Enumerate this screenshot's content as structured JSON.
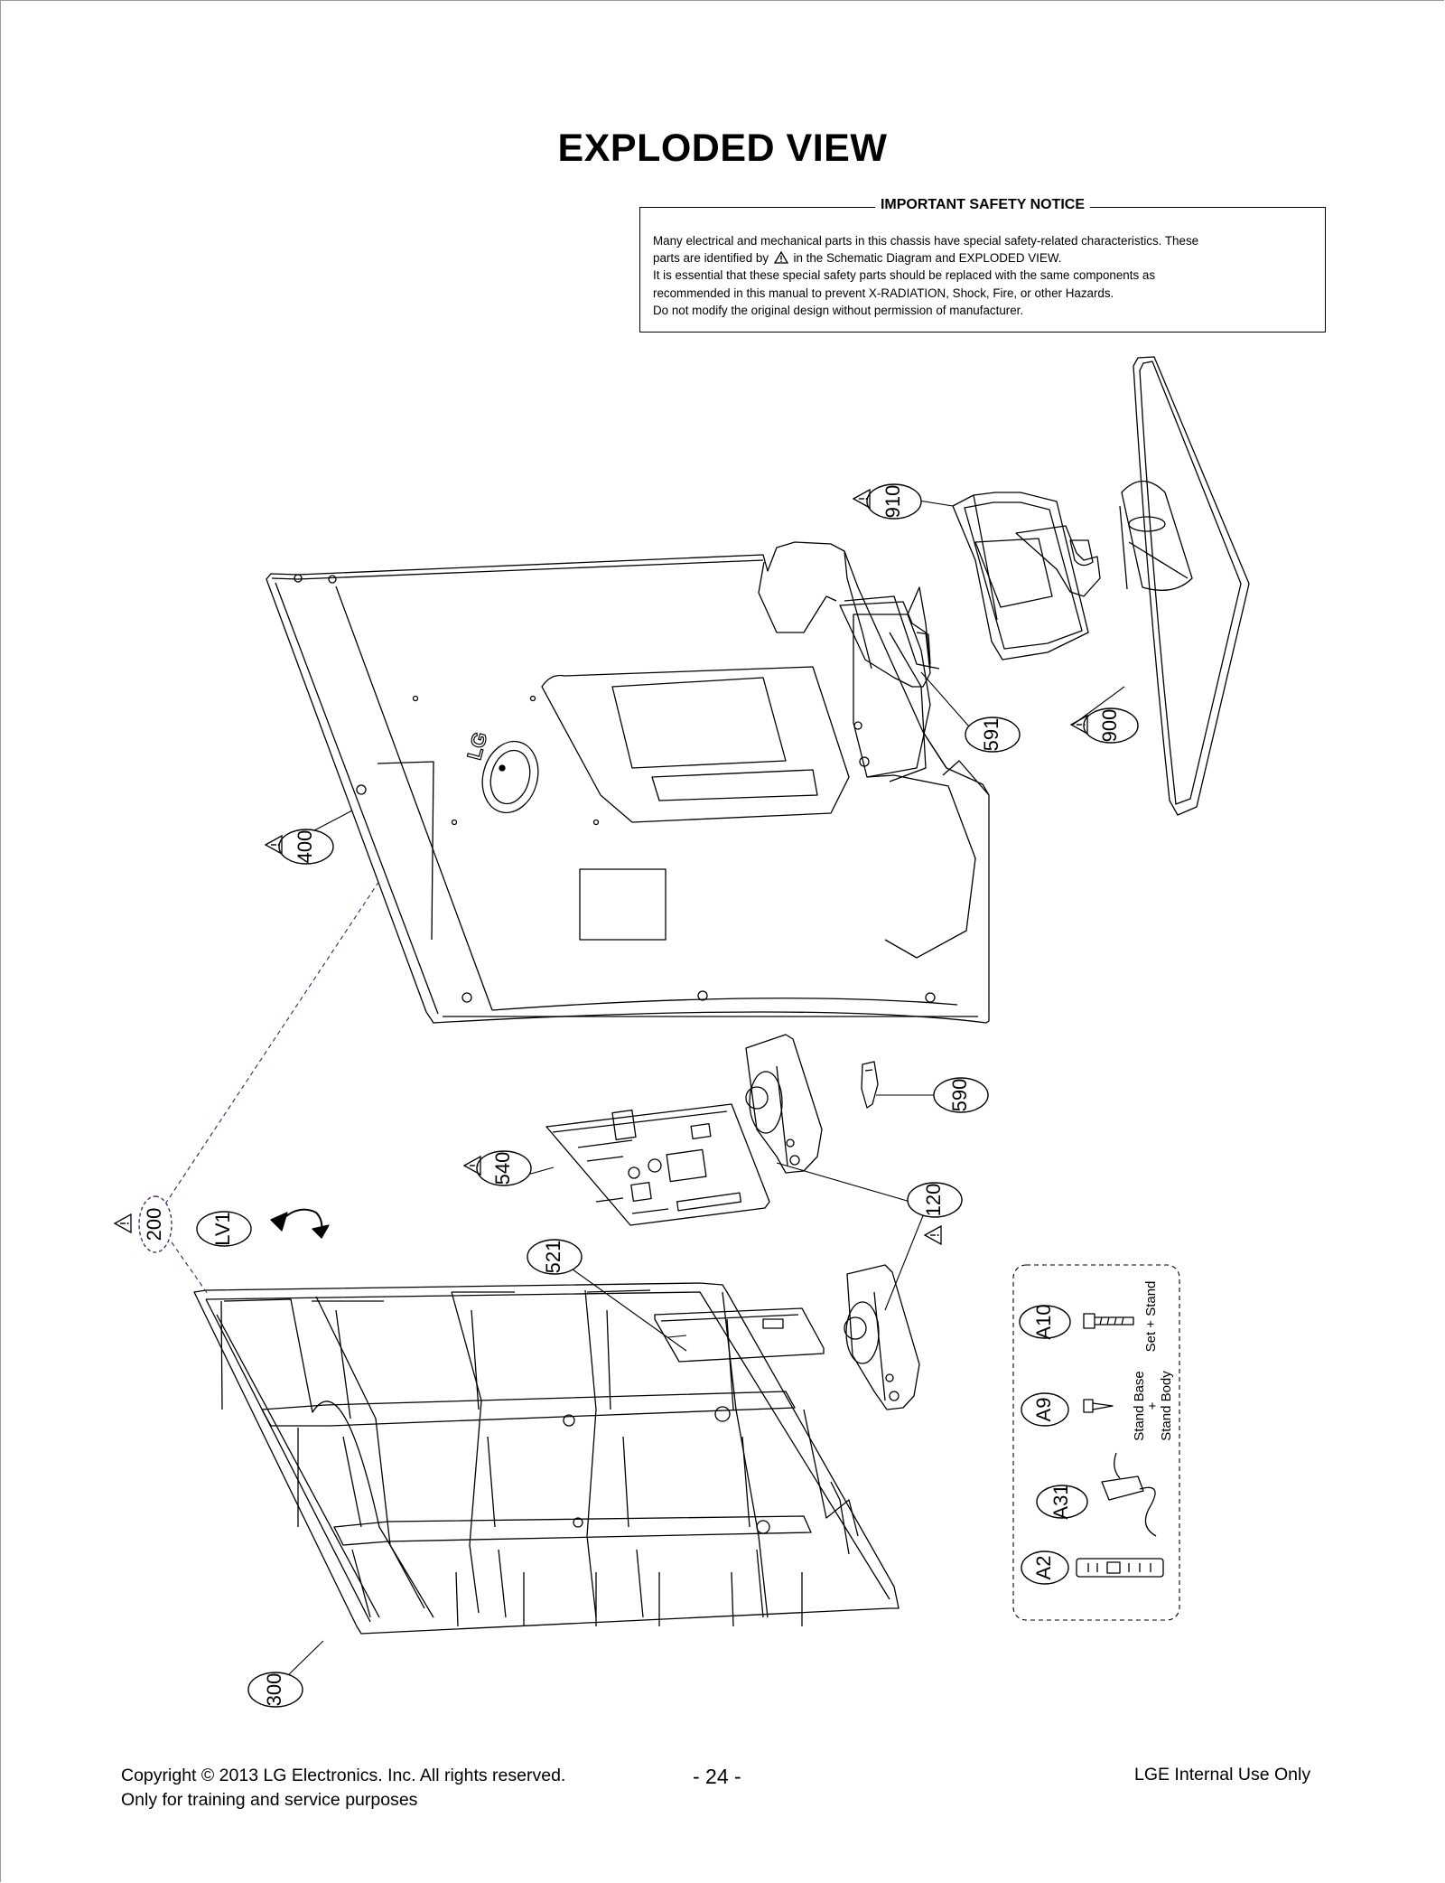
{
  "title": "EXPLODED VIEW",
  "notice": {
    "heading": "IMPORTANT SAFETY NOTICE",
    "line1": "Many electrical and mechanical parts in this chassis have special safety-related characteristics. These",
    "line2_before": "parts are identified by",
    "line2_after": "in the Schematic Diagram and EXPLODED VIEW.",
    "line3": "It is essential that these special safety parts should be replaced with the same components as",
    "line4": "recommended in this manual to prevent X-RADIATION, Shock, Fire, or other Hazards.",
    "line5": "Do not modify the original design without permission of manufacturer."
  },
  "callouts": {
    "c910": "910",
    "c591": "591",
    "c900": "900",
    "c400": "400",
    "c590": "590",
    "c540": "540",
    "c120": "120",
    "c200": "200",
    "cLV1": "LV1",
    "c521": "521",
    "c300": "300",
    "cA10": "A10",
    "cA9": "A9",
    "cA31": "A31",
    "cA2": "A2"
  },
  "accessory_notes": {
    "set_stand": "Set + Stand",
    "stand_base": "Stand Base",
    "plus": "+",
    "stand_body": "Stand Body"
  },
  "logo_text": "LG",
  "footer": {
    "copyright": "Copyright  © 2013 LG Electronics. Inc. All rights reserved.",
    "training": "Only for training and service purposes",
    "page_number": "- 24 -",
    "internal": "LGE Internal Use Only"
  }
}
